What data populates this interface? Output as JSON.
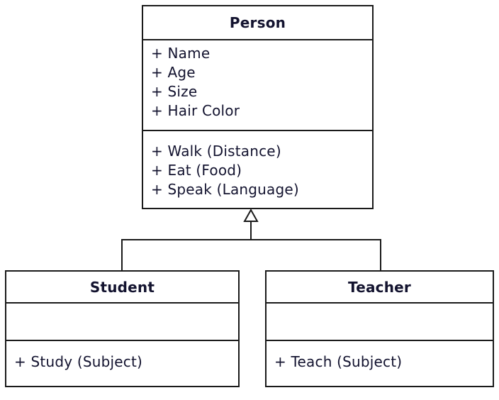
{
  "diagram": {
    "type": "uml-class-diagram",
    "classes": {
      "person": {
        "name": "Person",
        "attributes": [
          "+ Name",
          "+ Age",
          "+ Size",
          "+ Hair Color"
        ],
        "methods": [
          "+ Walk (Distance)",
          "+ Eat (Food)",
          "+ Speak (Language)"
        ]
      },
      "student": {
        "name": "Student",
        "attributes": [],
        "methods": [
          "+ Study (Subject)"
        ]
      },
      "teacher": {
        "name": "Teacher",
        "attributes": [],
        "methods": [
          "+ Teach (Subject)"
        ]
      }
    },
    "relationships": [
      {
        "from": "Student",
        "to": "Person",
        "type": "inheritance"
      },
      {
        "from": "Teacher",
        "to": "Person",
        "type": "inheritance"
      }
    ],
    "colors": {
      "line": "#1a1a1a",
      "text": "#13132f",
      "background": "#ffffff"
    }
  }
}
